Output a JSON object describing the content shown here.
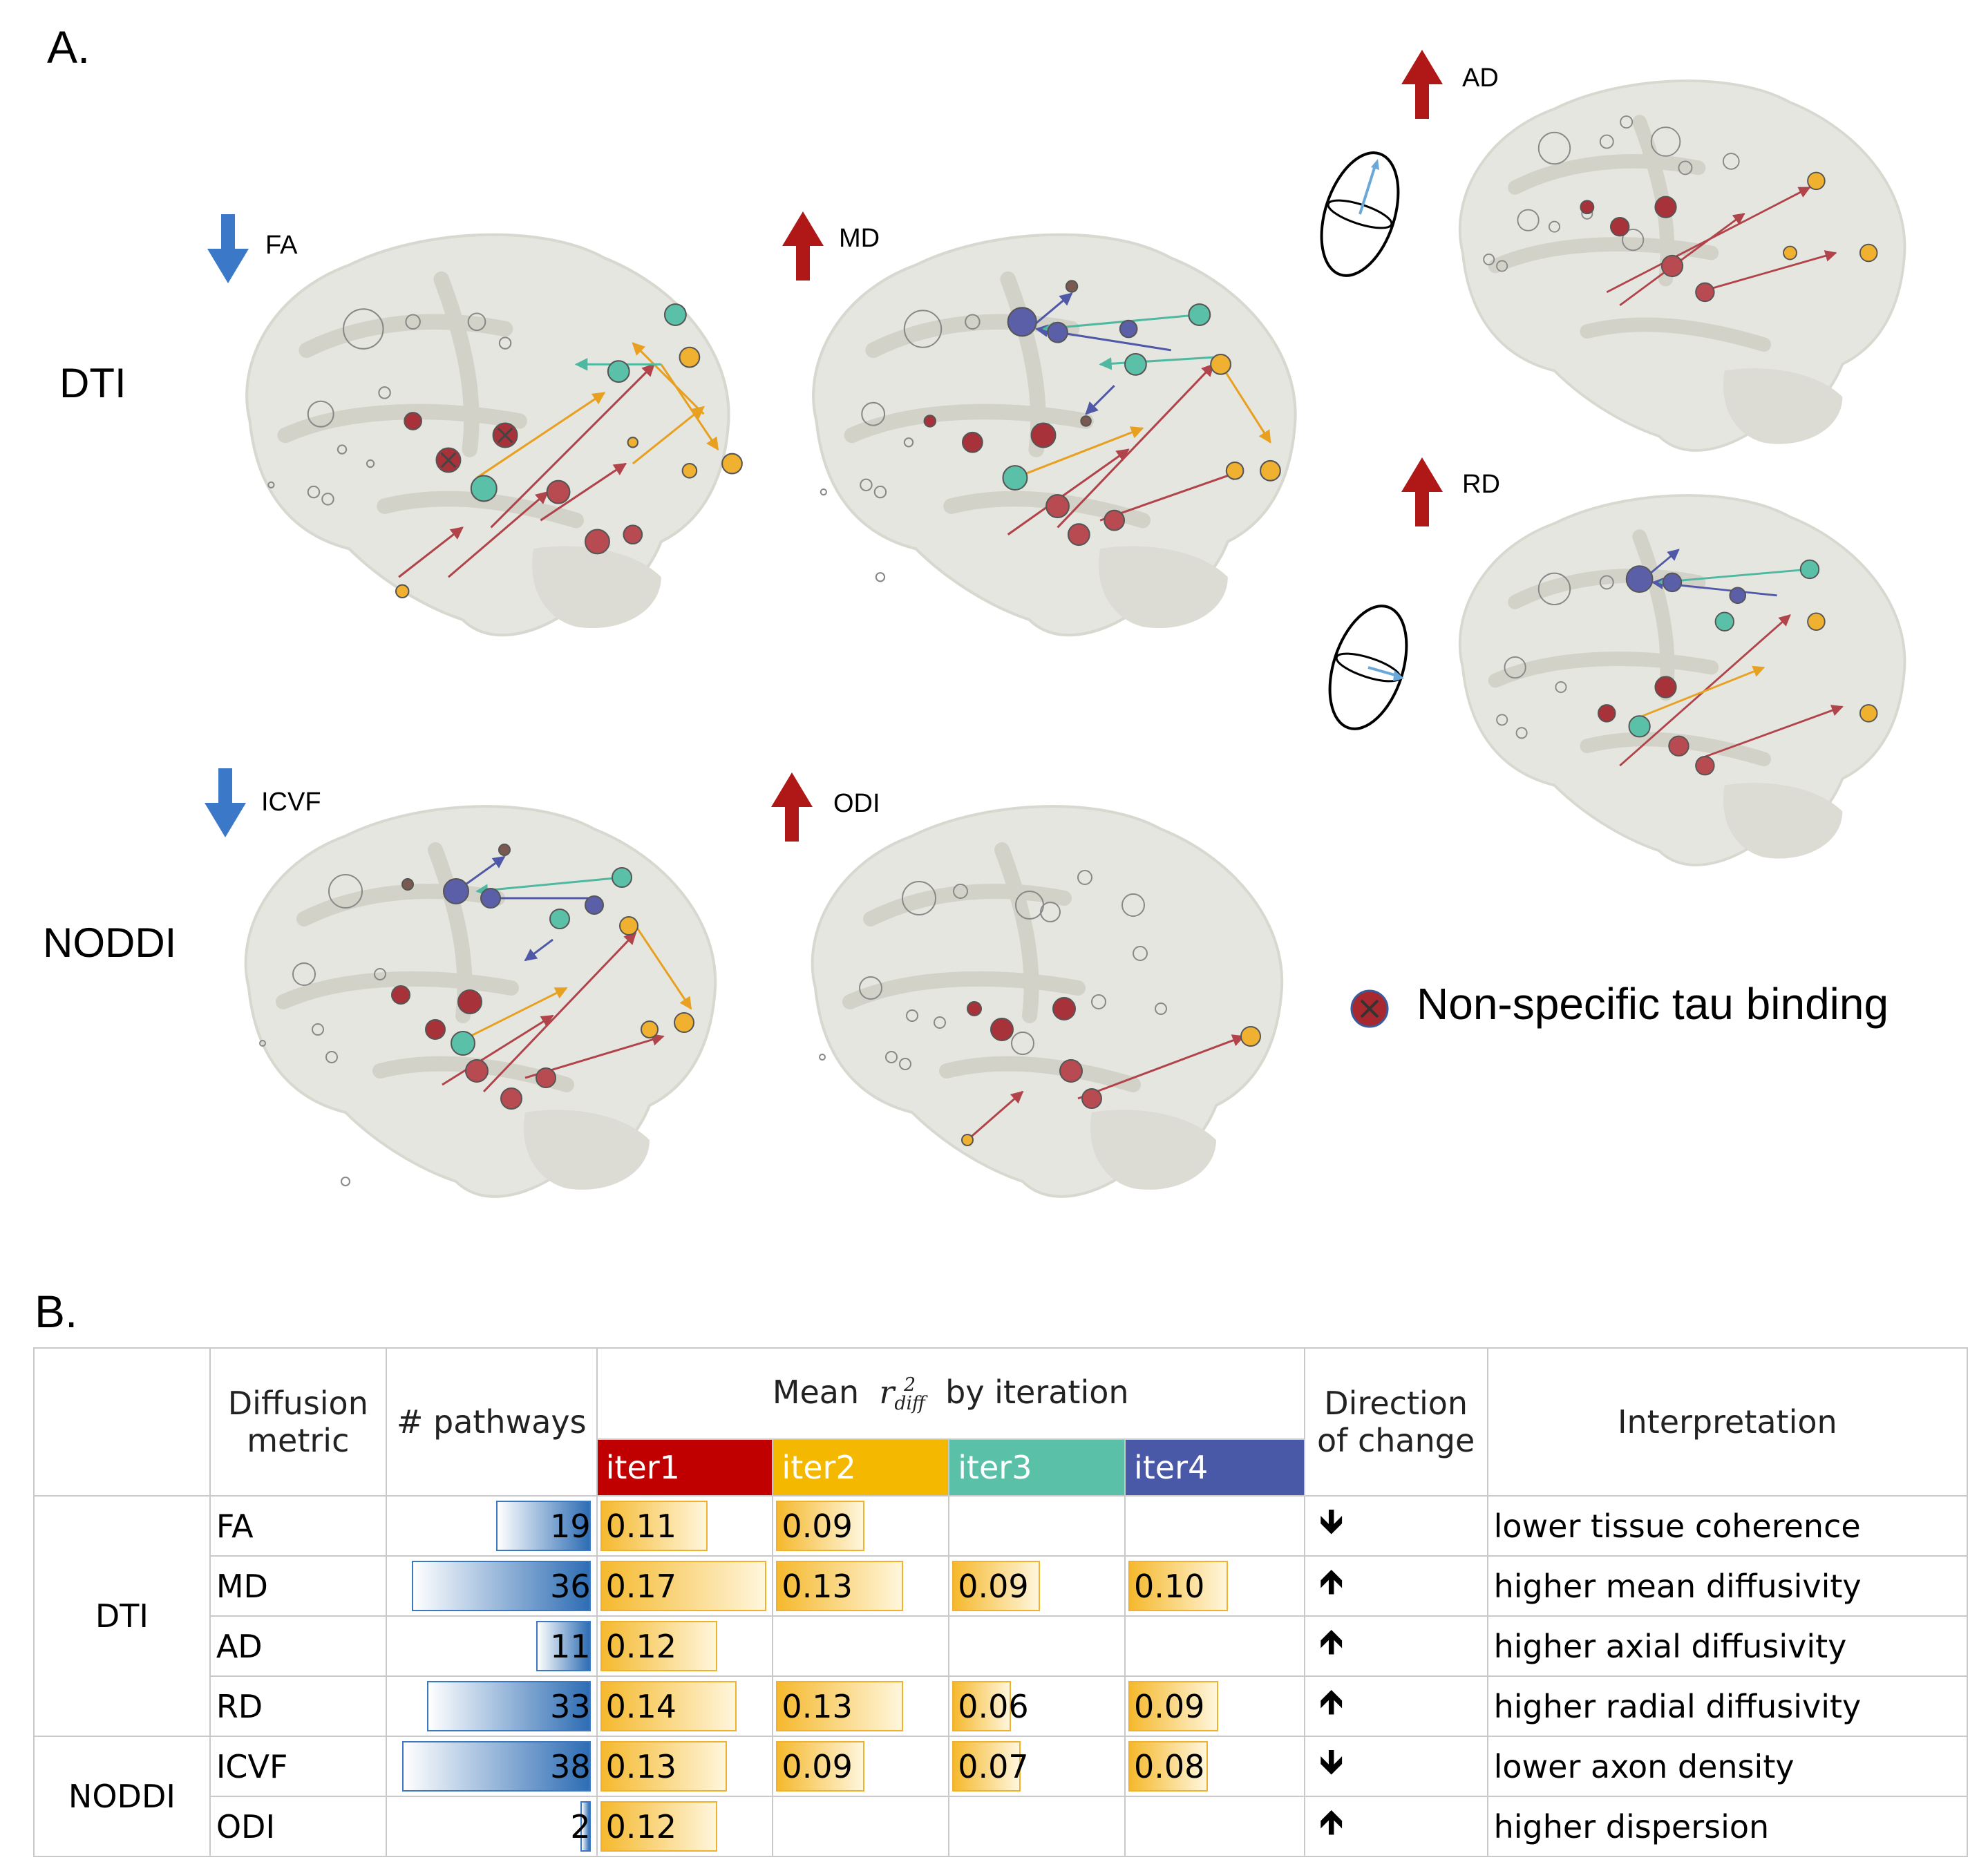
{
  "panel_a_label": "A.",
  "panel_b_label": "B.",
  "rows": {
    "dti": "DTI",
    "noddi": "NODDI"
  },
  "metrics": {
    "fa": {
      "label": "FA",
      "direction": "down",
      "arrow_color": "#3c78c8"
    },
    "md": {
      "label": "MD",
      "direction": "up",
      "arrow_color": "#b01818"
    },
    "ad": {
      "label": "AD",
      "direction": "up",
      "arrow_color": "#b01818"
    },
    "rd": {
      "label": "RD",
      "direction": "up",
      "arrow_color": "#b01818"
    },
    "icvf": {
      "label": "ICVF",
      "direction": "down",
      "arrow_color": "#3c78c8"
    },
    "odi": {
      "label": "ODI",
      "direction": "up",
      "arrow_color": "#b01818"
    }
  },
  "legend": {
    "label": "Non-specific tau binding",
    "icon": "x-circle-icon"
  },
  "colors": {
    "iter1": "#c00000",
    "iter2": "#f5b800",
    "iter3": "#5bc0a8",
    "iter4": "#4a58a8",
    "brain_fill": "#e4e4de"
  },
  "table": {
    "headers": {
      "metric_l1": "Diffusion",
      "metric_l2": "metric",
      "pathways": "# pathways",
      "mean_pre": "Mean",
      "mean_sym": "r",
      "mean_sup": "2",
      "mean_sub": "diff",
      "mean_post": "by iteration",
      "direction_l1": "Direction",
      "direction_l2": "of change",
      "interpretation": "Interpretation",
      "iter1": "iter1",
      "iter2": "iter2",
      "iter3": "iter3",
      "iter4": "iter4"
    },
    "groups": {
      "dti": "DTI",
      "noddi": "NODDI"
    },
    "rows": [
      {
        "metric": "FA",
        "pathways": 19,
        "iter1": "0.11",
        "iter2": "0.09",
        "iter3": "",
        "iter4": "",
        "arrow": "🡻",
        "direction": "down",
        "interpretation": "lower tissue coherence"
      },
      {
        "metric": "MD",
        "pathways": 36,
        "iter1": "0.17",
        "iter2": "0.13",
        "iter3": "0.09",
        "iter4": "0.10",
        "arrow": "🡹",
        "direction": "up",
        "interpretation": "higher mean diffusivity"
      },
      {
        "metric": "AD",
        "pathways": 11,
        "iter1": "0.12",
        "iter2": "",
        "iter3": "",
        "iter4": "",
        "arrow": "🡹",
        "direction": "up",
        "interpretation": "higher axial diffusivity"
      },
      {
        "metric": "RD",
        "pathways": 33,
        "iter1": "0.14",
        "iter2": "0.13",
        "iter3": "0.06",
        "iter4": "0.09",
        "arrow": "🡹",
        "direction": "up",
        "interpretation": "higher radial diffusivity"
      },
      {
        "metric": "ICVF",
        "pathways": 38,
        "iter1": "0.13",
        "iter2": "0.09",
        "iter3": "0.07",
        "iter4": "0.08",
        "arrow": "🡻",
        "direction": "down",
        "interpretation": "lower axon density"
      },
      {
        "metric": "ODI",
        "pathways": 2,
        "iter1": "0.12",
        "iter2": "",
        "iter3": "",
        "iter4": "",
        "arrow": "🡹",
        "direction": "up",
        "interpretation": "higher dispersion"
      }
    ]
  }
}
